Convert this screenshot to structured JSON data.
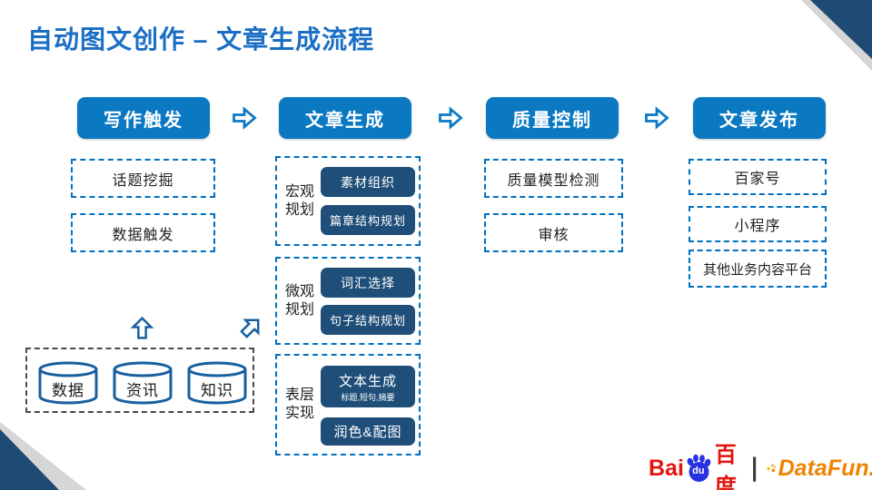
{
  "title": "自动图文创作 – 文章生成流程",
  "stage1": {
    "header": "写作触发",
    "item1": "话题挖掘",
    "item2": "数据触发"
  },
  "stage2": {
    "header": "文章生成",
    "group1": {
      "label": "宏观规划",
      "item1": "素材组织",
      "item2": "篇章结构规划"
    },
    "group2": {
      "label": "微观规划",
      "item1": "词汇选择",
      "item2": "句子结构规划"
    },
    "group3": {
      "label": "表层实现",
      "item1": "文本生成",
      "item1_sub": "标题,短句,摘要",
      "item2": "润色&配图"
    }
  },
  "stage3": {
    "header": "质量控制",
    "item1": "质量模型检测",
    "item2": "审核"
  },
  "stage4": {
    "header": "文章发布",
    "item1": "百家号",
    "item2": "小程序",
    "item3": "其他业务内容平台"
  },
  "data_sources": {
    "db1": "数据",
    "db2": "资讯",
    "db3": "知识"
  },
  "logos": {
    "baidu_bai": "Bai",
    "baidu_du": "du",
    "baidu_cn": "百度",
    "separator": "|",
    "datafun": "DataFun."
  },
  "colors": {
    "primary_blue": "#0B79C2",
    "dark_navy": "#1F4E79",
    "dashed_border_blue": "#0070C0",
    "title_blue": "#1A6FC5",
    "corner_navy": "#1F4A73",
    "corner_gray": "#D6D6D6",
    "cylinder_stroke": "#17609E",
    "baidu_red": "#E2140E",
    "baidu_paw_blue": "#2932E1",
    "datafun_orange": "#F08300"
  }
}
